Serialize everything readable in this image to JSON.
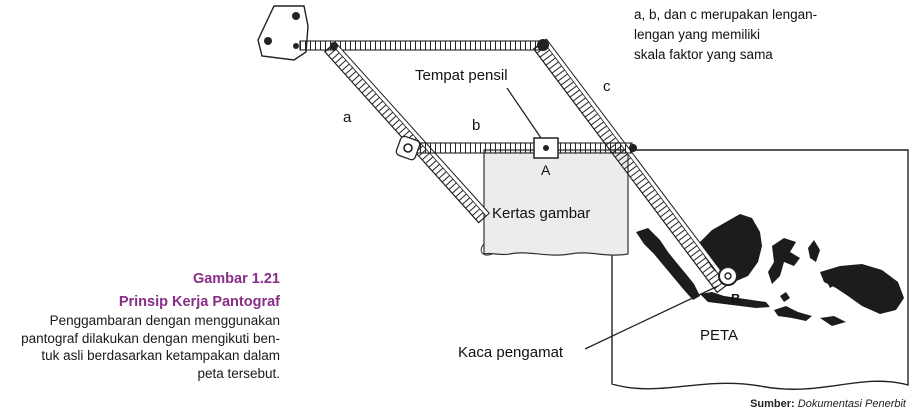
{
  "figure": {
    "number": "Gambar 1.21",
    "title": "Prinsip Kerja Pantograf",
    "description_lines": [
      "Penggambaran dengan menggunakan",
      "pantograf dilakukan dengan mengikuti ben-",
      "tuk asli berdasarkan ketampakan dalam",
      "peta tersebut."
    ]
  },
  "labels": {
    "arm_a": "a",
    "arm_b": "b",
    "arm_c": "c",
    "pencil_holder": "Tempat pensil",
    "point_a": "A",
    "point_b": "B",
    "drawing_paper": "Kertas gambar",
    "map": "PETA",
    "viewer_glass": "Kaca pengamat"
  },
  "note_lines": [
    "a, b, dan c merupakan lengan-",
    "lengan yang memiliki",
    "skala faktor yang sama"
  ],
  "source": {
    "prefix": "Sumber:",
    "name": "Dokumentasi Penerbit"
  }
}
